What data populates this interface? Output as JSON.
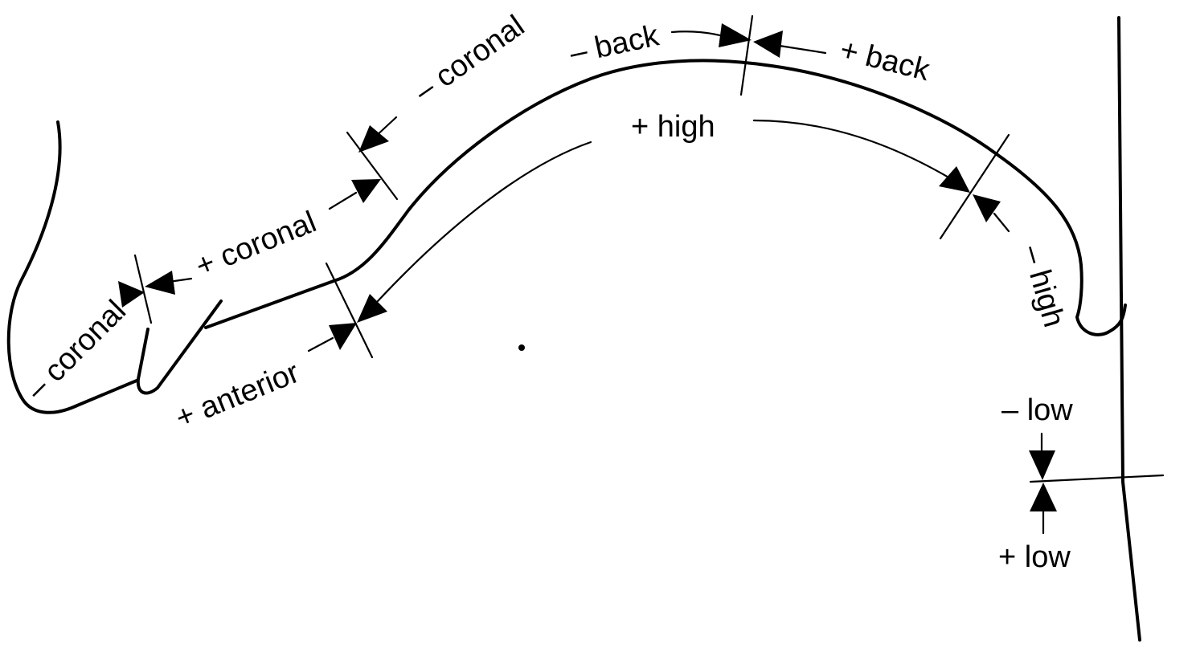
{
  "diagram": {
    "labels": {
      "minus_coronal_lips": "– coronal",
      "plus_coronal": "+ coronal",
      "minus_coronal_top": "– coronal",
      "minus_back": "– back",
      "plus_back": "+ back",
      "plus_high": "+ high",
      "minus_high": "– high",
      "plus_anterior": "+ anterior",
      "minus_low": "– low",
      "plus_low": "+ low"
    }
  }
}
